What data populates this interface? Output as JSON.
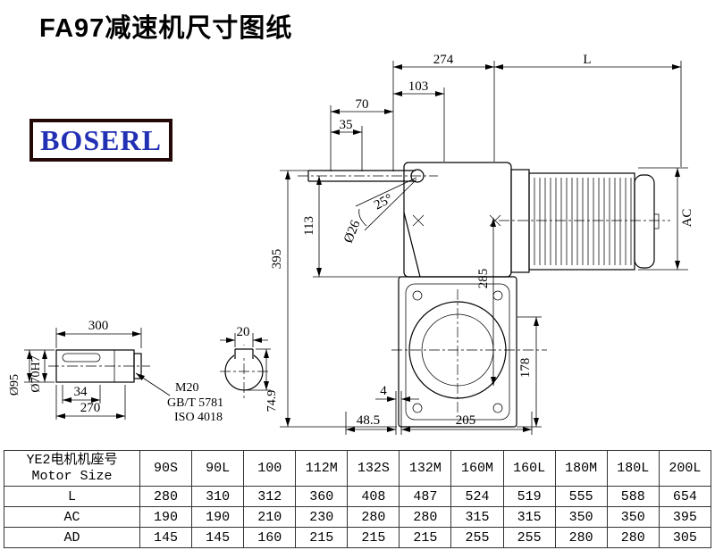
{
  "page": {
    "title": "FA97减速机尺寸图纸",
    "brand": "BOSERL"
  },
  "drawing": {
    "dims": {
      "d274": "274",
      "L": "L",
      "d103": "103",
      "d70": "70",
      "d35": "35",
      "angle25": "25°",
      "dia26": "Ø26",
      "d113": "113",
      "d395": "395",
      "d285": "285",
      "AC": "AC",
      "d178": "178",
      "d4": "4",
      "d48_5": "48.5",
      "d205": "205",
      "d300": "300",
      "d34": "34",
      "d270": "270",
      "dia95": "Ø95",
      "dia70h7": "Ø70H7",
      "m20": "M20",
      "gbt": "GB/T 5781",
      "iso": "ISO 4018",
      "d20": "20",
      "d74_9": "74.9"
    }
  },
  "table": {
    "header": {
      "label_cn": "YE2电机机座号",
      "label_en": "Motor Size",
      "columns": [
        "90S",
        "90L",
        "100",
        "112M",
        "132S",
        "132M",
        "160M",
        "160L",
        "180M",
        "180L",
        "200L"
      ]
    },
    "rows": [
      {
        "label": "L",
        "values": [
          280,
          310,
          312,
          360,
          408,
          487,
          524,
          519,
          555,
          588,
          654
        ]
      },
      {
        "label": "AC",
        "values": [
          190,
          190,
          210,
          230,
          280,
          280,
          315,
          315,
          350,
          350,
          395
        ]
      },
      {
        "label": "AD",
        "values": [
          145,
          145,
          160,
          215,
          215,
          215,
          255,
          255,
          280,
          280,
          305
        ]
      }
    ]
  }
}
